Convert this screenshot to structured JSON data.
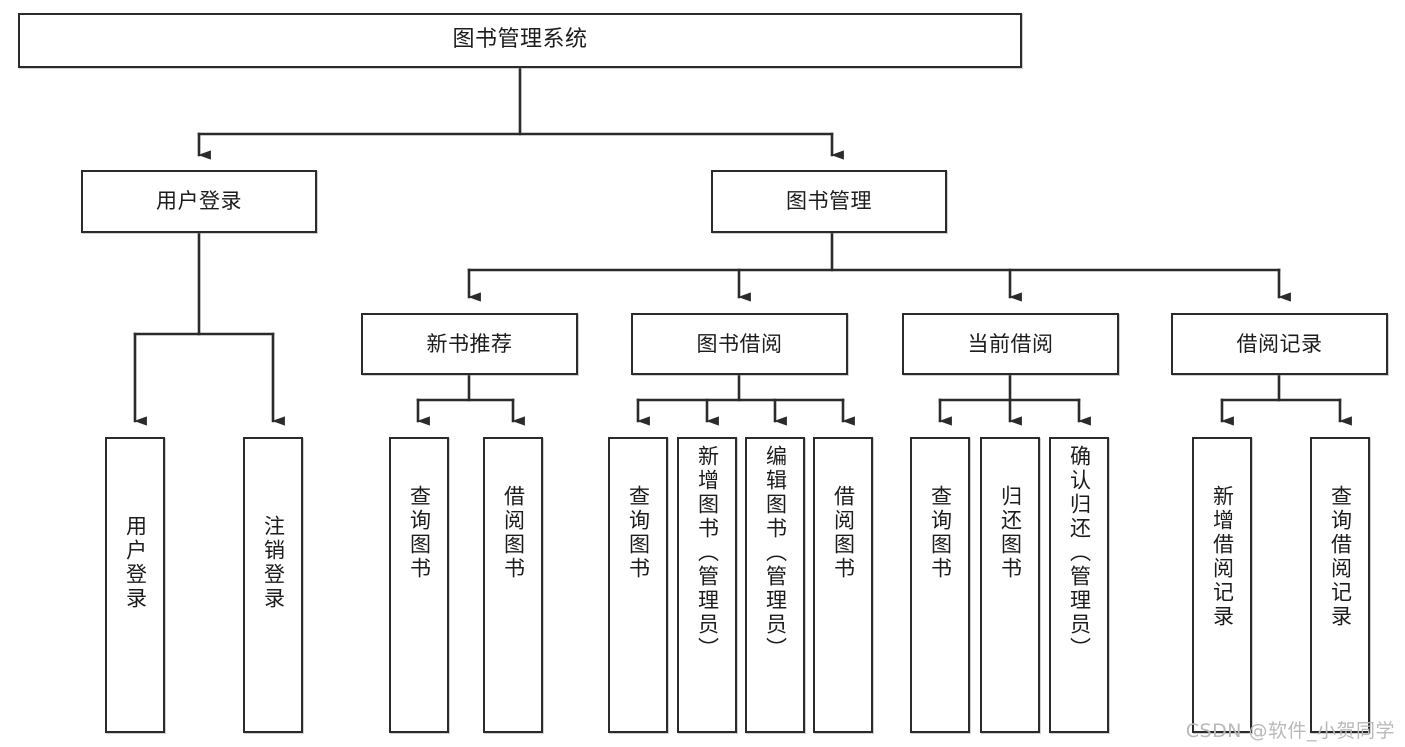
{
  "diagram": {
    "title": "图书管理系统",
    "type": "tree-hierarchy",
    "orientation": "top-down",
    "line_color": "#2b2b2b",
    "box_fill": "#ffffff",
    "text_color": "#1c1c1c"
  },
  "nodes": {
    "root": {
      "label": "图书管理系统",
      "level": 1
    },
    "level2": [
      {
        "id": "user-login",
        "label": "用户登录",
        "level": 2
      },
      {
        "id": "book-management",
        "label": "图书管理",
        "level": 2
      }
    ],
    "level3": [
      {
        "id": "new-book-recommend",
        "label": "新书推荐",
        "level": 3,
        "parent": "book-management"
      },
      {
        "id": "book-borrow",
        "label": "图书借阅",
        "level": 3,
        "parent": "book-management"
      },
      {
        "id": "current-borrow",
        "label": "当前借阅",
        "level": 3,
        "parent": "book-management"
      },
      {
        "id": "borrow-record",
        "label": "借阅记录",
        "level": 3,
        "parent": "book-management"
      }
    ],
    "leaves": [
      {
        "id": "leaf-user-login",
        "label": "用户登录",
        "parent": "user-login"
      },
      {
        "id": "leaf-logout-login",
        "label": "注销登录",
        "parent": "user-login"
      },
      {
        "id": "leaf-query-book-1",
        "label": "查询图书",
        "parent": "new-book-recommend"
      },
      {
        "id": "leaf-borrow-book-1",
        "label": "借阅图书",
        "parent": "new-book-recommend"
      },
      {
        "id": "leaf-query-book-2",
        "label": "查询图书",
        "parent": "book-borrow"
      },
      {
        "id": "leaf-add-book",
        "label": "新增图书（管理员）",
        "parent": "book-borrow"
      },
      {
        "id": "leaf-edit-book",
        "label": "编辑图书（管理员）",
        "parent": "book-borrow"
      },
      {
        "id": "leaf-borrow-book-2",
        "label": "借阅图书",
        "parent": "book-borrow"
      },
      {
        "id": "leaf-query-book-3",
        "label": "查询图书",
        "parent": "current-borrow"
      },
      {
        "id": "leaf-return-book",
        "label": "归还图书",
        "parent": "current-borrow"
      },
      {
        "id": "leaf-confirm-return",
        "label": "确认归还（管理员）",
        "parent": "current-borrow"
      },
      {
        "id": "leaf-add-record",
        "label": "新增借阅记录",
        "parent": "borrow-record"
      },
      {
        "id": "leaf-query-record",
        "label": "查询借阅记录",
        "parent": "borrow-record"
      }
    ]
  },
  "watermark": {
    "text": "CSDN @软件_小贺同学"
  }
}
